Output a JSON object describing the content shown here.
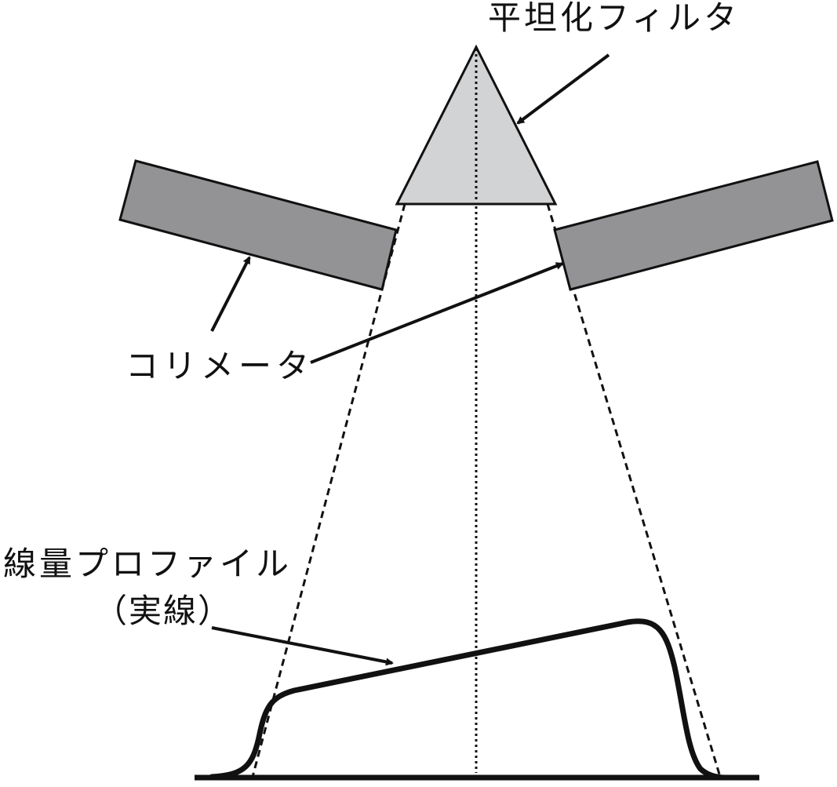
{
  "labels": {
    "flattening_filter": "平坦化フィルタ",
    "collimator": "コリメータ",
    "dose_profile": "線量プロファイル",
    "dose_profile_note": "（実線）"
  },
  "colors": {
    "filter_fill": "#d2d3d5",
    "collimator_fill": "#939396",
    "stroke": "#111111",
    "background": "#ffffff"
  }
}
